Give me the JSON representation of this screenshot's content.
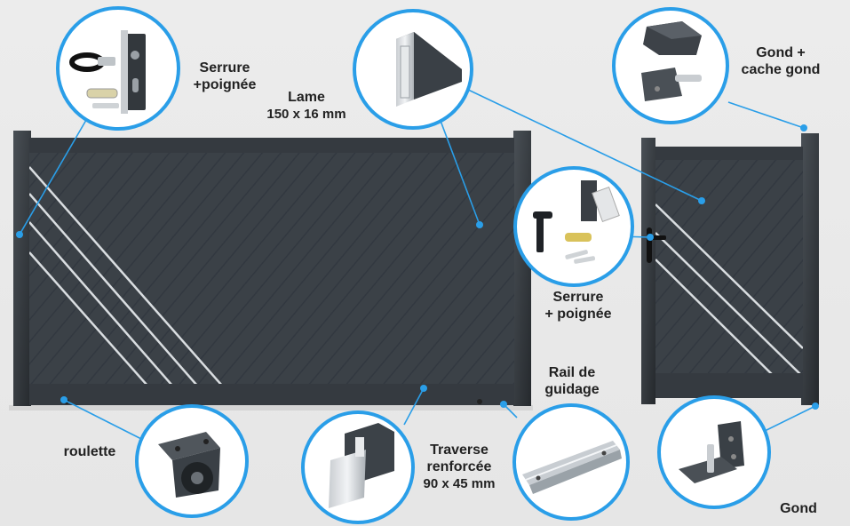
{
  "colors": {
    "accent": "#2a9ee8",
    "panel": "#3a4046",
    "frame": "#2f3439",
    "background": "#e8e8e8"
  },
  "labels": {
    "serrure_portail": [
      "Serrure",
      "+poignée"
    ],
    "lame_title": "Lame",
    "lame_size": "150 x 16 mm",
    "gond_cache": [
      "Gond +",
      "cache gond"
    ],
    "serrure_portillon": [
      "Serrure",
      "+ poignée"
    ],
    "rail": [
      "Rail de",
      "guidage"
    ],
    "roulette": "roulette",
    "traverse": [
      "Traverse",
      "renforcée"
    ],
    "traverse_size": "90 x 45 mm",
    "gond": "Gond"
  },
  "callouts": [
    {
      "id": "serrure-portail",
      "icon": "lock-set-icon"
    },
    {
      "id": "lame",
      "icon": "aluminium-slat-icon"
    },
    {
      "id": "gond-cache",
      "icon": "hinge-cover-icon"
    },
    {
      "id": "serrure-portillon",
      "icon": "lock-handle-icon"
    },
    {
      "id": "roulette",
      "icon": "wheel-bracket-icon"
    },
    {
      "id": "traverse",
      "icon": "reinforced-rail-icon"
    },
    {
      "id": "rail",
      "icon": "guide-rail-icon"
    },
    {
      "id": "gond",
      "icon": "hinge-icon"
    }
  ]
}
